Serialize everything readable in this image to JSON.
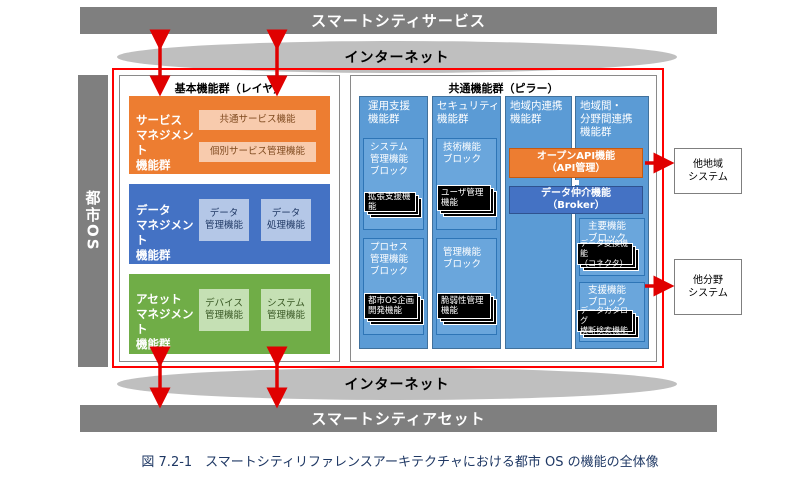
{
  "top_bar": "スマートシティサービス",
  "bottom_bar": "スマートシティアセット",
  "internet_top": "インターネット",
  "internet_bottom": "インターネット",
  "city_os": "都市OS",
  "basic": {
    "title": "基本機能群（レイヤ）",
    "service": {
      "title": "サービス\nマネジメント\n機能群",
      "items": [
        "共通サービス機能",
        "個別サービス管理機能"
      ]
    },
    "data": {
      "title": "データ\nマネジメント\n機能群",
      "items": [
        "データ\n管理機能",
        "データ\n処理機能"
      ]
    },
    "asset": {
      "title": "アセット\nマネジメント\n機能群",
      "items": [
        "デバイス\n管理機能",
        "システム\n管理機能"
      ]
    }
  },
  "common": {
    "title": "共通機能群（ピラー）",
    "ops": {
      "title": "運用支援\n機能群",
      "block1": "システム\n管理機能\nブロック",
      "stack1": "拡張支援機能",
      "block2": "プロセス\n管理機能\nブロック",
      "stack2": "都市OS企画\n開発機能"
    },
    "security": {
      "title": "セキュリティ\n機能群",
      "block1": "技術機能\nブロック",
      "stack1": "ユーザ管理\n機能",
      "block2": "管理機能\nブロック",
      "stack2": "脆弱性管理\n機能"
    },
    "regional": {
      "title": "地域内連携\n機能群"
    },
    "inter": {
      "title": "地域間・\n分野間連携\n機能群",
      "block1": "主要機能\nブロック",
      "stack1": "データ変換機能\n（コネクタ）",
      "block2": "支援機能\nブロック",
      "stack2": "データカタログ\n横断検索機能"
    },
    "open_api": "オープンAPI機能\n（API管理）",
    "broker": "データ仲介機能\n（Broker）"
  },
  "other_region": "他地域\nシステム",
  "other_field": "他分野\nシステム",
  "caption": "図 7.2-1　スマートシティリファレンスアーキテクチャにおける都市 OS の機能の全体像",
  "colors": {
    "orange": "#ed7d31",
    "blue": "#4472c4",
    "green": "#70ad47",
    "red": "#ff0000",
    "gray": "#7f7f7f"
  }
}
